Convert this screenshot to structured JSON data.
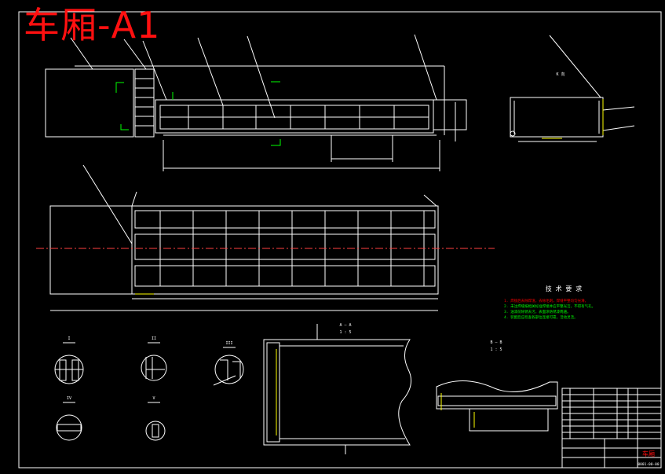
{
  "drawing": {
    "title": "车厢-A1",
    "section_aa": "A — A",
    "section_aa_scale": "1 : 5",
    "section_bb": "B — B",
    "section_bb_scale": "1 : 5",
    "view_k": "K 向",
    "tech_req_title": "技 术 要 求",
    "tech_req_items": [
      "1. 焊接后去除焊渣，去除毛刺，焊缝平整均匀光滑。",
      "2. 未注焊缝按相关标准焊接并应平整光洁，不得有气孔。",
      "3. 油漆前除锈去污，表面涂防锈漆两遍。",
      "4. 装配后应检查各部位连接可靠，活动灵活。"
    ],
    "title_block": {
      "part_name": "车厢",
      "drawing_no": "0001-00-00"
    },
    "detail_labels": [
      "I",
      "II",
      "III",
      "IV",
      "V"
    ],
    "colors": {
      "background": "#000000",
      "line": "#ffffff",
      "title": "#ff1010",
      "weld": "#ffff00",
      "note_red": "#ff0000",
      "note_green": "#00ff00",
      "center": "#ff4040"
    }
  }
}
